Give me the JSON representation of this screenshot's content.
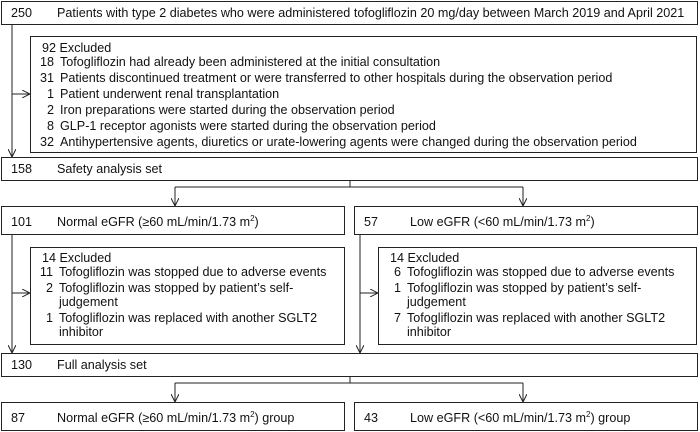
{
  "top": {
    "n": "250",
    "text": "Patients with type 2 diabetes who were administered  tofogliflozin 20 mg/day between March 2019 and April 2021"
  },
  "excluded1": {
    "header": "92 Excluded",
    "items": [
      {
        "n": "18",
        "text": "Tofogliflozin had already been administered at the initial consultation"
      },
      {
        "n": "31",
        "text": "Patients discontinued treatment or were transferred to other hospitals during the observation period"
      },
      {
        "n": "1",
        "text": "Patient underwent renal transplantation"
      },
      {
        "n": "2",
        "text": "Iron preparations were started during the observation period"
      },
      {
        "n": "8",
        "text": "GLP-1 receptor agonists were started during the observation period"
      },
      {
        "n": "32",
        "text": "Antihypertensive agents, diuretics or urate-lowering agents were changed during the observation period"
      }
    ]
  },
  "safety": {
    "n": "158",
    "text": "Safety analysis set"
  },
  "normal": {
    "n": "101",
    "text_a": "Normal eGFR (≥60 mL/min/1.73 m",
    "sup": "2",
    "text_b": ")"
  },
  "low": {
    "n": "57",
    "text_a": "Low eGFR (<60 mL/min/1.73 m",
    "sup": "2",
    "text_b": ")"
  },
  "excluded_normal": {
    "header": "14 Excluded",
    "items": [
      {
        "n": "11",
        "text": "Tofogliflozin was stopped due to adverse events"
      },
      {
        "n": "2",
        "text": "Tofogliflozin was stopped by patient’s self-judgement"
      },
      {
        "n": "1",
        "text": "Tofogliflozin was replaced with another SGLT2 inhibitor"
      }
    ]
  },
  "excluded_low": {
    "header": "14 Excluded",
    "items": [
      {
        "n": "6",
        "text": "Tofogliflozin was stopped due to adverse events"
      },
      {
        "n": "1",
        "text": "Tofogliflozin was stopped by patient’s self-judgement"
      },
      {
        "n": "7",
        "text": "Tofogliflozin was replaced with another SGLT2 inhibitor"
      }
    ]
  },
  "full": {
    "n": "130",
    "text": "Full analysis set"
  },
  "normal_group": {
    "n": "87",
    "text_a": "Normal eGFR (≥60 mL/min/1.73 m",
    "sup": "2",
    "text_b": ") group"
  },
  "low_group": {
    "n": "43",
    "text_a": "Low eGFR (<60 mL/min/1.73 m",
    "sup": "2",
    "text_b": ") group"
  }
}
